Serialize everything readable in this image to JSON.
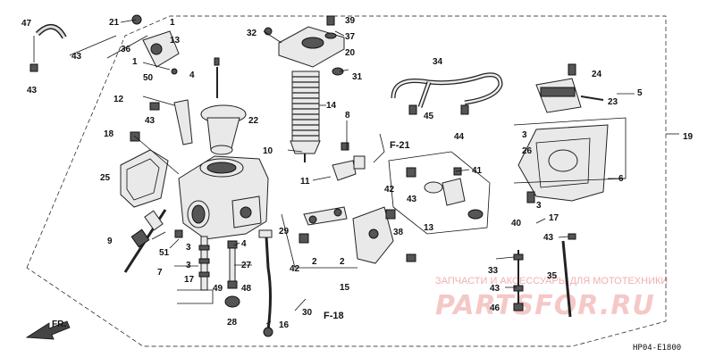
{
  "diagram": {
    "labels": [
      "47",
      "21",
      "1",
      "13",
      "43",
      "36",
      "1",
      "50",
      "43",
      "32",
      "39",
      "37",
      "20",
      "31",
      "4",
      "34",
      "24",
      "5",
      "12",
      "43",
      "22",
      "14",
      "45",
      "44",
      "23",
      "18",
      "10",
      "8",
      "F-21",
      "3",
      "26",
      "25",
      "11",
      "41",
      "19",
      "42",
      "6",
      "43",
      "13",
      "3",
      "17",
      "40",
      "9",
      "51",
      "3",
      "4",
      "29",
      "27",
      "2",
      "2",
      "38",
      "43",
      "7",
      "3",
      "17",
      "49",
      "48",
      "42",
      "15",
      "33",
      "43",
      "28",
      "30",
      "F-18",
      "16",
      "46",
      "35",
      "FR."
    ],
    "code": "HP04-E1800",
    "watermark_top": "ЗАПЧАСТИ И АКСЕССУАРЫ ДЛЯ МОТОТЕХНИКИ",
    "watermark_brand": "PARTSFOR.RU"
  }
}
